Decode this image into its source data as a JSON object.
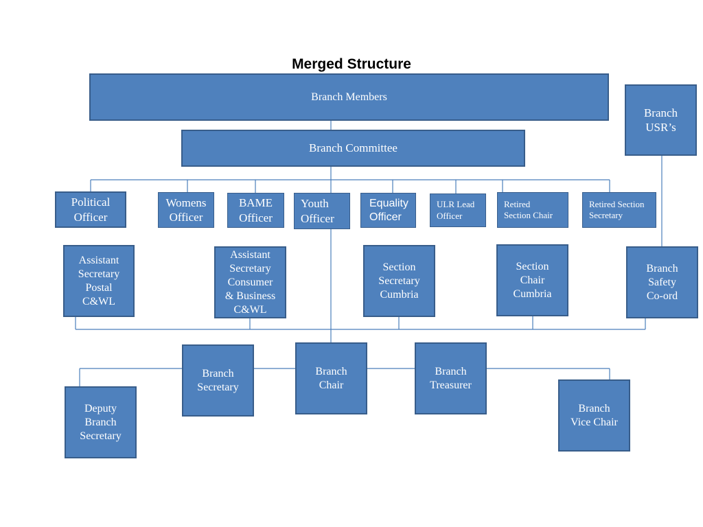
{
  "title": "Merged Structure",
  "nodes": {
    "branch_members": [
      "Branch Members"
    ],
    "branch_usrs": [
      "Branch",
      "USR’s"
    ],
    "branch_committee": [
      "Branch Committee"
    ],
    "political_officer": [
      "Political",
      "Officer"
    ],
    "womens_officer": [
      "Womens",
      "Officer"
    ],
    "bame_officer": [
      "BAME",
      "Officer"
    ],
    "youth_officer": [
      "Youth",
      "Officer"
    ],
    "equality_officer": [
      "Equality",
      "Officer"
    ],
    "ulr_lead_officer": [
      "ULR Lead",
      "Officer"
    ],
    "retired_section_chair": [
      "Retired",
      "Section Chair"
    ],
    "retired_section_secretary": [
      "Retired Section",
      "Secretary"
    ],
    "asst_sec_postal": [
      "Assistant",
      "Secretary",
      "Postal",
      "C&WL"
    ],
    "asst_sec_consumer": [
      "Assistant",
      "Secretary",
      "Consumer",
      "& Business",
      "C&WL"
    ],
    "section_secretary_cumbria": [
      "Section",
      "Secretary",
      "Cumbria"
    ],
    "section_chair_cumbria": [
      "Section",
      "Chair",
      "Cumbria"
    ],
    "branch_safety_coord": [
      "Branch",
      "Safety",
      "Co-ord"
    ],
    "branch_secretary": [
      "Branch",
      "Secretary"
    ],
    "branch_chair": [
      "Branch",
      "Chair"
    ],
    "branch_treasurer": [
      "Branch",
      "Treasurer"
    ],
    "deputy_branch_secretary": [
      "Deputy",
      "Branch",
      "Secretary"
    ],
    "branch_vice_chair": [
      "Branch",
      "Vice Chair"
    ]
  },
  "colors": {
    "box_fill": "#4f81bd",
    "box_border": "#385d8a",
    "connector": "#4a7ebb"
  }
}
